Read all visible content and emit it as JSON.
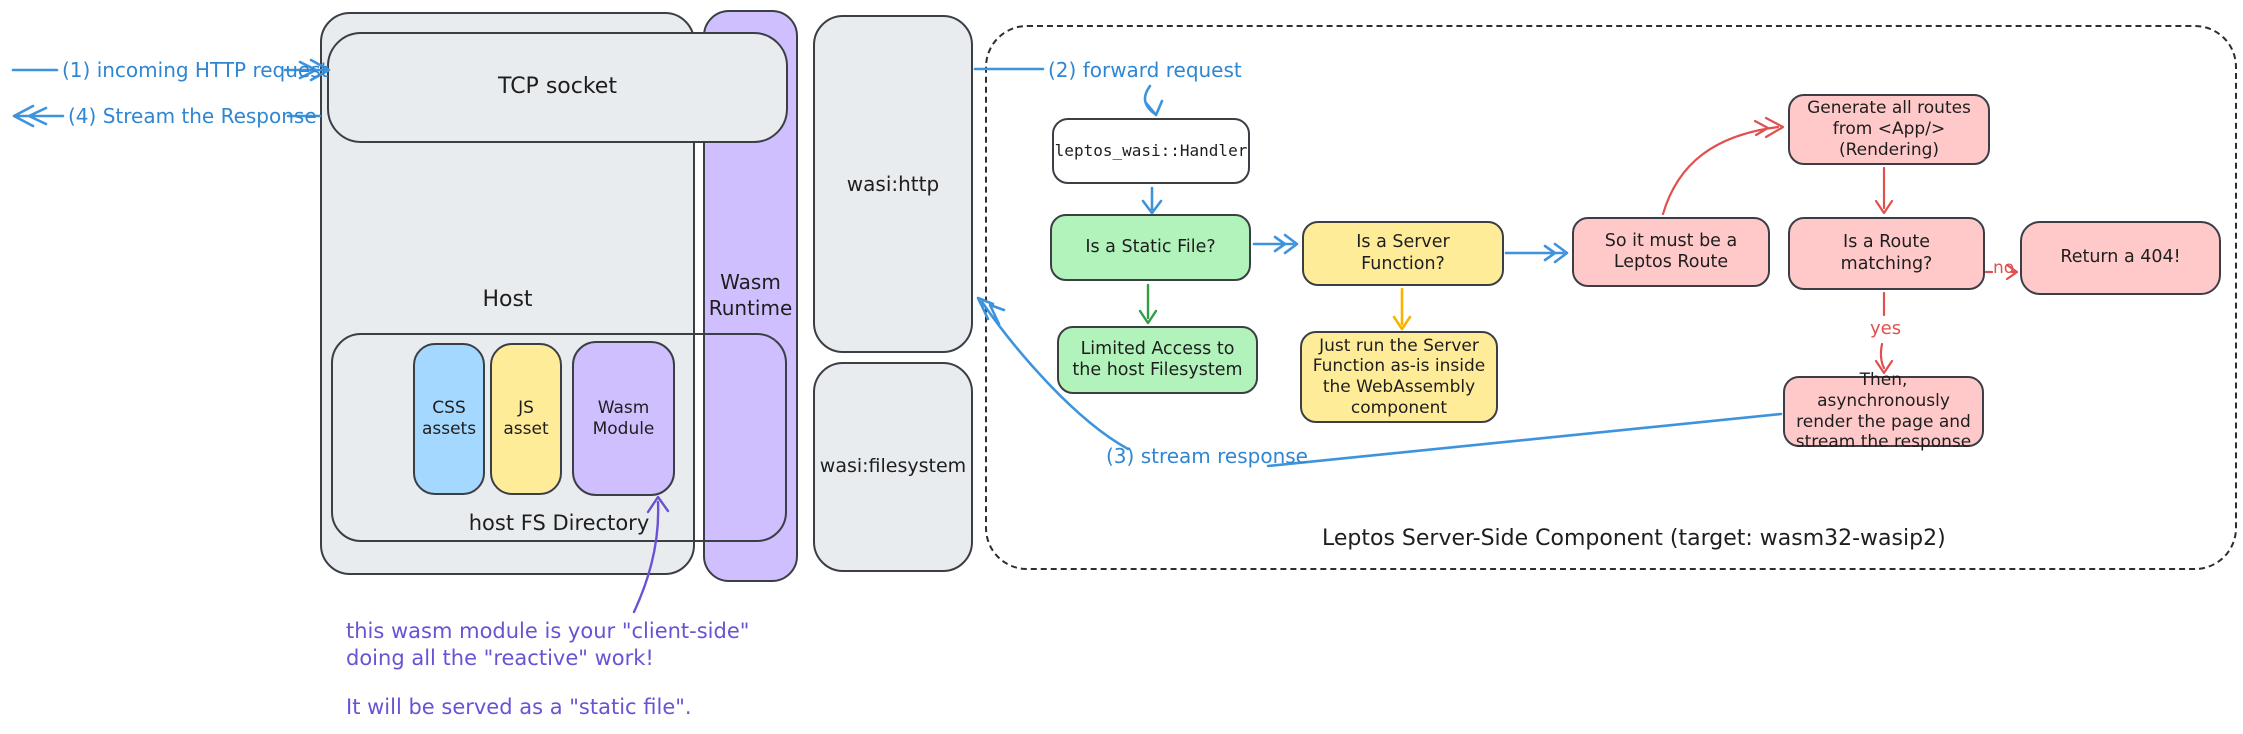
{
  "labels": {
    "incoming": "(1) incoming HTTP request",
    "stream_out": "(4) Stream the Response",
    "forward": "(2) forward request",
    "stream_in": "(3) stream response",
    "no": "no",
    "yes": "yes"
  },
  "host": {
    "title": "Host",
    "tcp_socket": "TCP socket",
    "fs_directory": "host FS Directory",
    "css_assets": "CSS assets",
    "js_asset": "JS asset",
    "wasm_module": "Wasm Module"
  },
  "runtime": {
    "title": "Wasm Runtime"
  },
  "wasi": {
    "http": "wasi:http",
    "filesystem": "wasi:filesystem"
  },
  "component": {
    "caption": "Leptos Server-Side Component (target: wasm32-wasip2)",
    "handler": "leptos_wasi::Handler",
    "static_file_q": "Is a Static File?",
    "limited_access": "Limited Access to the host Filesystem",
    "server_fn_q": "Is a Server Function?",
    "just_run": "Just run the Server Function as-is inside the WebAssembly component",
    "leptos_route": "So it must be a Leptos Route",
    "generate_routes": "Generate all routes from <App/> (Rendering)",
    "route_matching_q": "Is a Route matching?",
    "return_404": "Return a 404!",
    "render_stream": "Then, asynchronously render the page and stream the response"
  },
  "annotation": {
    "para1": "this wasm module is your \"client-side\"\ndoing all the \"reactive\" work!",
    "para2": "It will be served as a \"static file\"."
  },
  "colors": {
    "gray_fill": "#e9ecef",
    "purple_fill": "#d0bfff",
    "blue_fill": "#a5d8ff",
    "yellow_fill": "#ffec99",
    "green_fill": "#b2f2bb",
    "pink_fill": "#ffc9c9",
    "blue_arrow": "#3e93dd",
    "green_arrow": "#2f9e44",
    "yellow_arrow": "#f7b500",
    "red_arrow": "#e0504f",
    "purple_annotation": "#6a52d5",
    "stroke": "#3b3f45"
  }
}
